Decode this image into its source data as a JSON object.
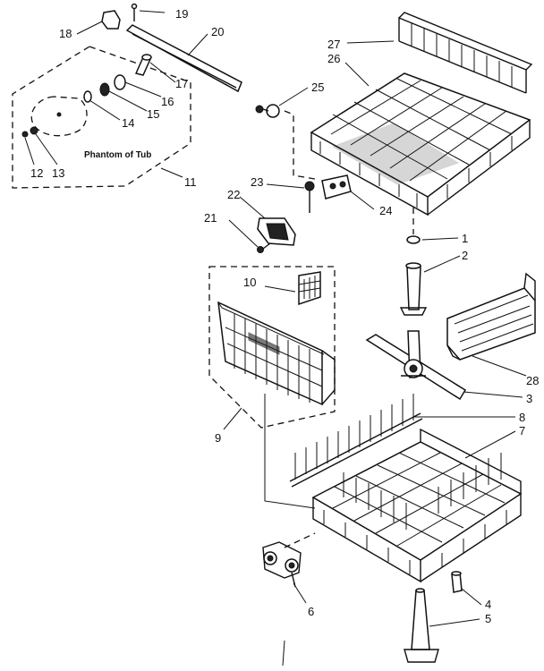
{
  "diagram": {
    "phantom_label": "Phantom of Tub",
    "callouts": [
      {
        "id": "c1",
        "text": "1"
      },
      {
        "id": "c2",
        "text": "2"
      },
      {
        "id": "c3",
        "text": "3"
      },
      {
        "id": "c4",
        "text": "4"
      },
      {
        "id": "c5",
        "text": "5"
      },
      {
        "id": "c6",
        "text": "6"
      },
      {
        "id": "c7",
        "text": "7"
      },
      {
        "id": "c8",
        "text": "8"
      },
      {
        "id": "c9",
        "text": "9"
      },
      {
        "id": "c10",
        "text": "10"
      },
      {
        "id": "c11",
        "text": "11"
      },
      {
        "id": "c12",
        "text": "12"
      },
      {
        "id": "c13",
        "text": "13"
      },
      {
        "id": "c14",
        "text": "14"
      },
      {
        "id": "c15",
        "text": "15"
      },
      {
        "id": "c16",
        "text": "16"
      },
      {
        "id": "c17",
        "text": "17"
      },
      {
        "id": "c18",
        "text": "18"
      },
      {
        "id": "c19",
        "text": "19"
      },
      {
        "id": "c20",
        "text": "20"
      },
      {
        "id": "c21",
        "text": "21"
      },
      {
        "id": "c22",
        "text": "22"
      },
      {
        "id": "c23",
        "text": "23"
      },
      {
        "id": "c24",
        "text": "24"
      },
      {
        "id": "c25",
        "text": "25"
      },
      {
        "id": "c26",
        "text": "26"
      },
      {
        "id": "c27",
        "text": "27"
      },
      {
        "id": "c28",
        "text": "28"
      }
    ]
  }
}
